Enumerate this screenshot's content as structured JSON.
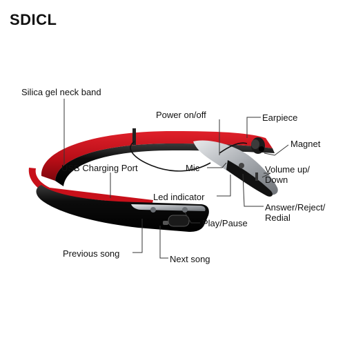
{
  "brand": "SDICL",
  "labels": {
    "neck_band": "Silica gel neck band",
    "power": "Power on/off",
    "earpiece": "Earpiece",
    "magnet": "Magnet",
    "usb": "USB Charging Port",
    "mic": "Mic",
    "volume_1": "Volume up/",
    "volume_2": "Down",
    "led": "Led indicator",
    "answer_1": "Answer/Reject/",
    "answer_2": "Redial",
    "play": "Play/Pause",
    "previous": "Previous song",
    "next": "Next song"
  },
  "colors": {
    "band_red": "#c8101a",
    "band_black": "#111111",
    "silver": "#b8bcc2",
    "leader_line": "#333333"
  }
}
